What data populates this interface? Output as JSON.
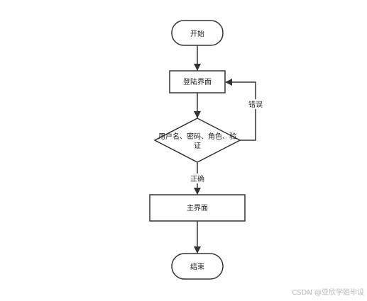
{
  "diagram": {
    "nodes": {
      "start": {
        "label": "开始"
      },
      "login": {
        "label": "登陆界面"
      },
      "check": {
        "label_line1": "用户名、密码、角色、验",
        "label_line2": "证"
      },
      "main": {
        "label": "主界面"
      },
      "end": {
        "label": "结束"
      }
    },
    "edges": {
      "error_label": "错误",
      "correct_label": "正确"
    },
    "stroke_color": "#333333",
    "fill_color": "#ffffff"
  },
  "watermark": "CSDN @亚欣学姐毕设"
}
